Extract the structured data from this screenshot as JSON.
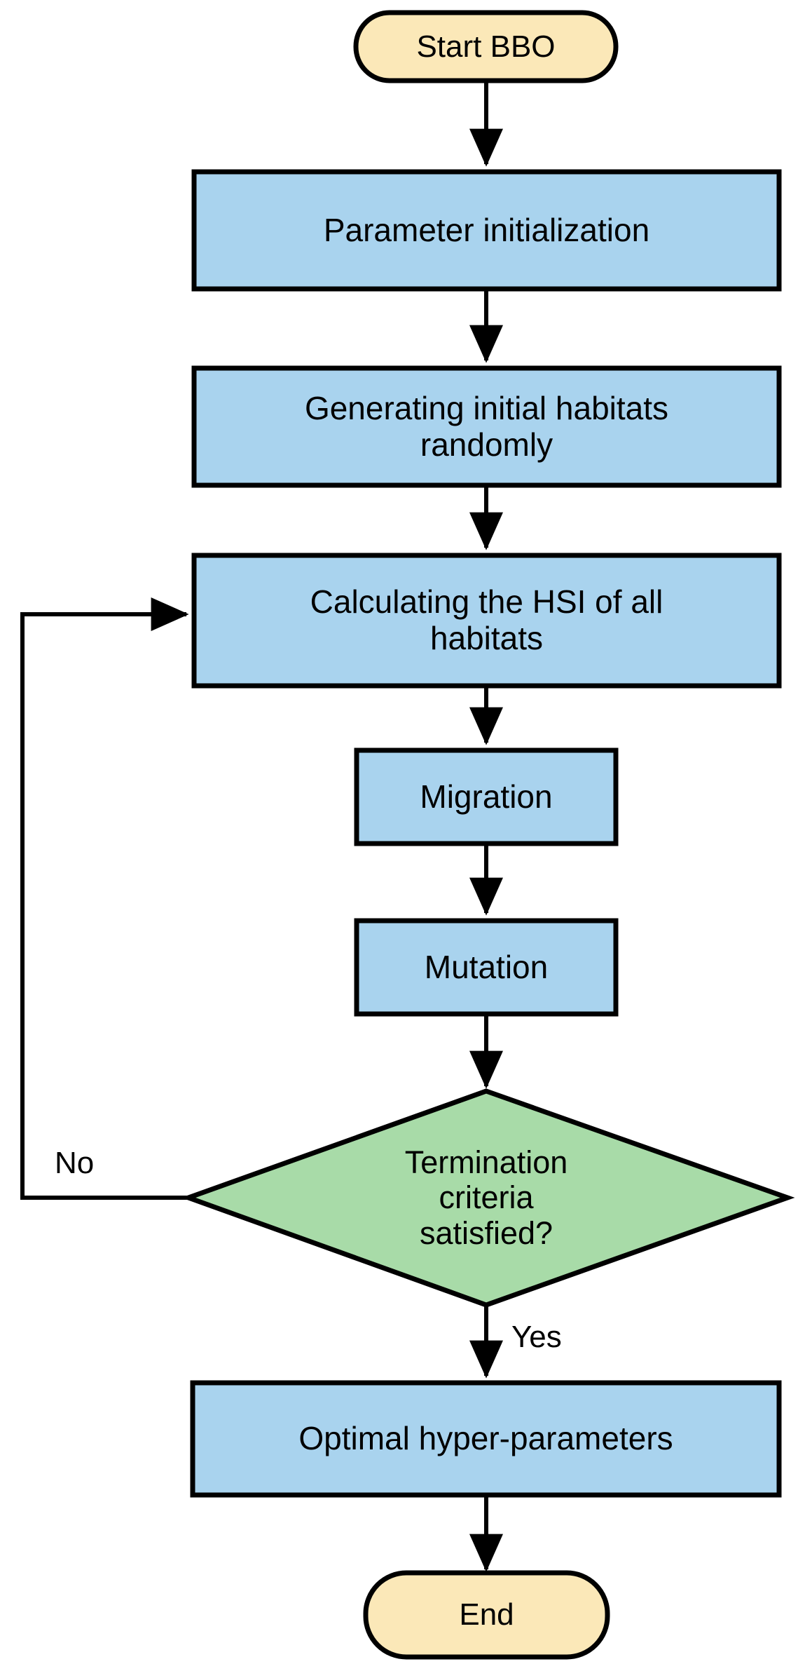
{
  "diagram": {
    "title": "BBO hyper-parameter optimization flowchart",
    "background_color": "#ffffff",
    "stroke_color": "#000000",
    "terminal_fill": "#fbe8b8",
    "process_fill": "#a9d3ee",
    "decision_fill": "#a8dba8"
  },
  "nodes": {
    "start": {
      "label": "Start BBO",
      "shape": "terminal"
    },
    "param_init": {
      "label": "Parameter initialization",
      "shape": "process"
    },
    "generate": {
      "label": "Generating initial habitats\nrandomly",
      "shape": "process"
    },
    "calc_hsi": {
      "label": "Calculating the HSI of all\nhabitats",
      "shape": "process"
    },
    "migration": {
      "label": "Migration",
      "shape": "process"
    },
    "mutation": {
      "label": "Mutation",
      "shape": "process"
    },
    "decision": {
      "label": "Termination\ncriteria\nsatisfied?",
      "shape": "decision"
    },
    "optimal": {
      "label": "Optimal hyper-parameters",
      "shape": "process"
    },
    "end": {
      "label": "End",
      "shape": "terminal"
    }
  },
  "edges": {
    "no_label": "No",
    "yes_label": "Yes"
  }
}
